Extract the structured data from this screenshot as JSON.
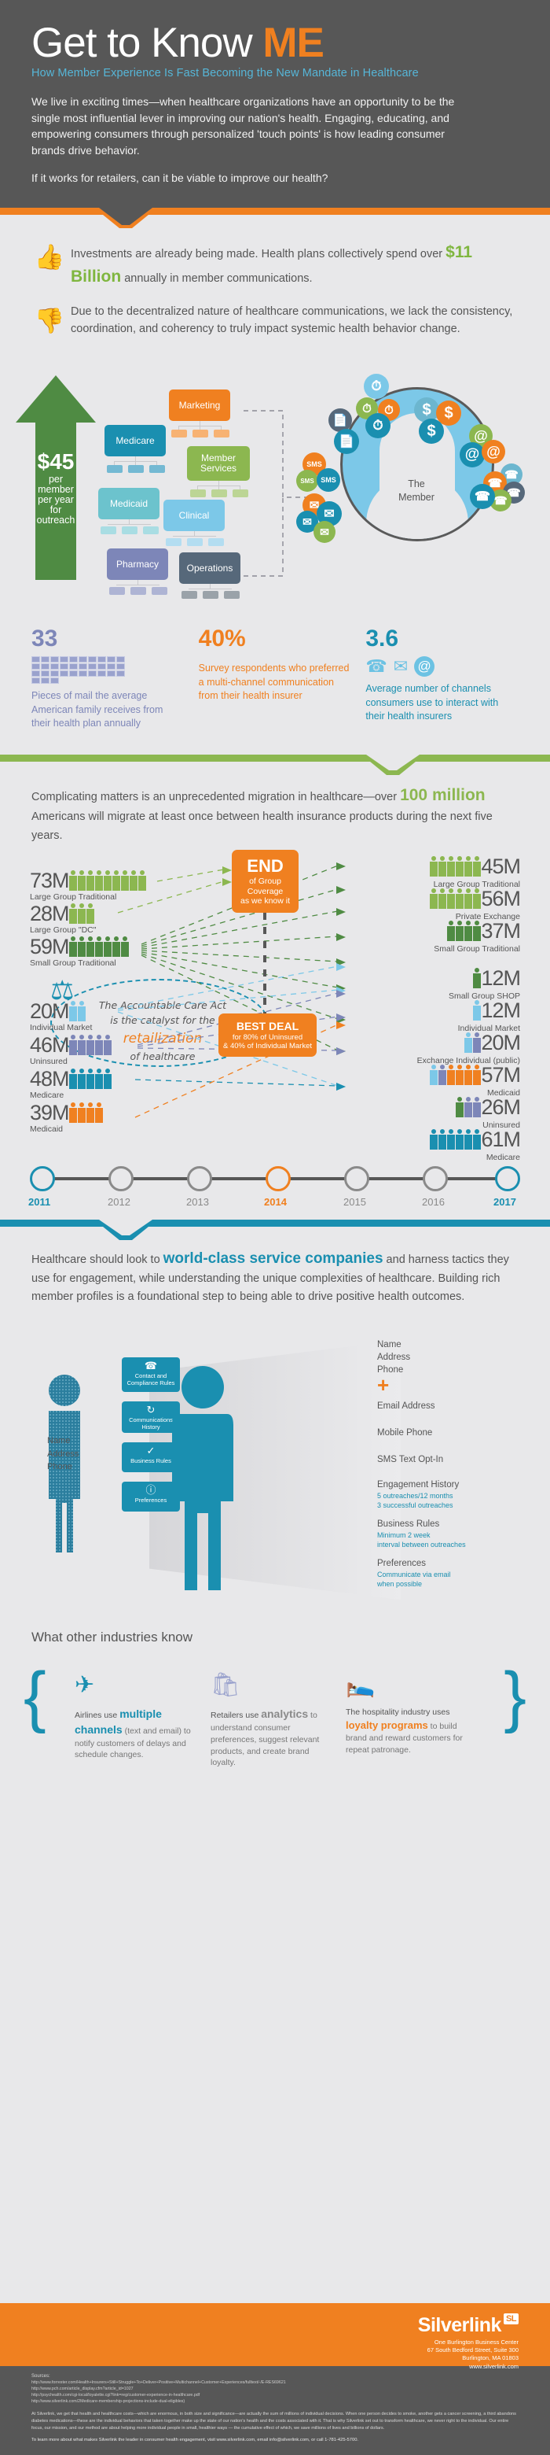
{
  "header": {
    "title_main": "Get to Know ",
    "title_accent": "ME",
    "subtitle": "How Member Experience Is Fast Becoming the New Mandate in Healthcare",
    "body": "We live in exciting times—when healthcare organizations have an opportunity to be the single most influential lever in improving our nation's health. Engaging, educating, and empowering consumers through personalized 'touch points' is how leading consumer brands drive behavior.",
    "question": "If it works for retailers, can it be viable to improve our health?"
  },
  "thumbs": {
    "up_icon": "thumbs-up-icon",
    "up_pre": "Investments are already being made. Health plans collectively spend over ",
    "up_highlight": "$11 Billion",
    "up_post": " annually in member communications.",
    "down_icon": "thumbs-down-icon",
    "down_text": "Due to the decentralized nature of healthcare communications, we lack the consistency, coordination, and coherency to truly impact systemic health behavior change."
  },
  "spend_arrow": {
    "amount": "$45",
    "label_lines": [
      "per",
      "member",
      "per year",
      "for",
      "outreach"
    ],
    "color": "#4f8b43"
  },
  "org_boxes": [
    {
      "label": "Marketing",
      "color": "#f08020",
      "sub_color": "#f7b273"
    },
    {
      "label": "Medicare",
      "color": "#1a8fb0",
      "sub_color": "#74b9d3"
    },
    {
      "label": "Member Services",
      "color": "#8cb750",
      "sub_color": "#bcd595"
    },
    {
      "label": "Medicaid",
      "color": "#6cc3cd",
      "sub_color": "#a9dde3"
    },
    {
      "label": "Clinical",
      "color": "#7cc8e8",
      "sub_color": "#b3ddf1"
    },
    {
      "label": "Pharmacy",
      "color": "#7d86b8",
      "sub_color": "#aeb4d4"
    },
    {
      "label": "Operations",
      "color": "#56687a",
      "sub_color": "#9aa2a9"
    }
  ],
  "member_circle": {
    "label_line1": "The",
    "label_line2": "Member",
    "channel_icons": [
      "clock-icon",
      "dollar-icon",
      "at-sign-icon",
      "phone-icon",
      "envelope-icon",
      "sms-icon",
      "document-icon"
    ]
  },
  "stats": [
    {
      "number": "33",
      "desc": "Pieces of mail the average American family receives from their health plan annually",
      "color": "#7d86b8",
      "icon": "mail-grid-icon",
      "icon_count": 33
    },
    {
      "number": "40%",
      "desc": "Survey respondents who preferred a multi-channel communication from their health insurer",
      "color": "#f08020",
      "icon": "people-icon",
      "icon_count": 10,
      "icon_filled": 4
    },
    {
      "number": "3.6",
      "desc": "Average  number of channels consumers use to interact with their health insurers",
      "color": "#1a8fb0",
      "icons": [
        "phone-icon",
        "envelope-icon",
        "at-sign-icon"
      ]
    }
  ],
  "migration": {
    "intro_pre": "Complicating matters is an unprecedented migration in healthcare—over ",
    "intro_highlight": "100 million",
    "intro_post": " Americans will migrate at least once between health insurance products during the next five years.",
    "aca_bubble": {
      "icon": "scales-of-justice-icon",
      "line1": "The Accountable Care Act",
      "line2": "is the catalyst for the",
      "line3": "retailization",
      "line4": "of healthcare"
    },
    "end_box": {
      "title": "END",
      "sub1": "of Group",
      "sub2": "Coverage",
      "sub3": "as we know it"
    },
    "deal_box": {
      "title": "BEST DEAL",
      "sub1": "for 80% of Uninsured",
      "sub2": "& 40% of Individual Market"
    },
    "left_year": "2011",
    "right_year": "2017",
    "left_segments": [
      {
        "value": "73M",
        "label": "Large Group Traditional",
        "icons": 9,
        "color": "#8cb750"
      },
      {
        "value": "28M",
        "label": "Large Group \"DC\"",
        "icons": 3,
        "color": "#8cb750"
      },
      {
        "value": "59M",
        "label": "Small Group Traditional",
        "icons": 7,
        "color": "#4f8b43"
      },
      {
        "value": "20M",
        "label": "Individual Market",
        "icons": 2,
        "color": "#7cc8e8"
      },
      {
        "value": "46M",
        "label": "Uninsured",
        "icons": 5,
        "color": "#7d86b8"
      },
      {
        "value": "48M",
        "label": "Medicare",
        "icons": 5,
        "color": "#1a8fb0"
      },
      {
        "value": "39M",
        "label": "Medicaid",
        "icons": 4,
        "color": "#f08020"
      }
    ],
    "right_segments": [
      {
        "value": "45M",
        "label": "Large Group Traditional",
        "icons": 6,
        "color": "#8cb750"
      },
      {
        "value": "56M",
        "label": "Private Exchange",
        "icons": 6,
        "color": "#8cb750"
      },
      {
        "value": "37M",
        "label": "Small Group Traditional",
        "icons": 4,
        "color": "#4f8b43"
      },
      {
        "value": "12M",
        "label": "Small Group SHOP",
        "icons": 1,
        "color": "#4f8b43"
      },
      {
        "value": "12M",
        "label": "Individual Market",
        "icons": 1,
        "color": "#7cc8e8"
      },
      {
        "value": "20M",
        "label": "Exchange Individual (public)",
        "icons": 2,
        "color": "#7cc8e8"
      },
      {
        "value": "57M",
        "label": "Medicaid",
        "icons": 6,
        "color": "#f08020"
      },
      {
        "value": "26M",
        "label": "Uninsured",
        "icons": 3,
        "color": "#7d86b8"
      },
      {
        "value": "61M",
        "label": "Medicare",
        "icons": 6,
        "color": "#1a8fb0"
      }
    ],
    "timeline_years": [
      "2011",
      "2012",
      "2013",
      "2014",
      "2015",
      "2016",
      "2017"
    ]
  },
  "world_class": {
    "pre": "Healthcare should look to ",
    "highlight": "world-class service companies",
    "post": " and harness tactics they use for engagement, while understanding the unique complexities of healthcare. Building rich member profiles is a foundational step to being able to drive positive health outcomes."
  },
  "profile": {
    "left_fields": [
      "Name",
      "Address",
      "Phone"
    ],
    "pills": [
      {
        "label": "Contact and Compliance Rules",
        "icon": "phone-icon"
      },
      {
        "label": "Communications History",
        "icon": "history-icon"
      },
      {
        "label": "Business Rules",
        "icon": "check-icon"
      },
      {
        "label": "Preferences",
        "icon": "info-icon"
      }
    ],
    "right_fields": [
      {
        "label": "Name"
      },
      {
        "label": "Address"
      },
      {
        "label": "Phone"
      },
      {
        "label": "Email Address"
      },
      {
        "label": "Mobile Phone"
      },
      {
        "label": "SMS Text Opt-In"
      },
      {
        "label": "Engagement History",
        "sub": "5 outreaches/12 months\n3 successful outreaches"
      },
      {
        "label": "Business Rules",
        "sub": "Minimum 2 week\ninterval between outreaches"
      },
      {
        "label": "Preferences",
        "sub": "Communicate via email\nwhen possible"
      }
    ],
    "plus": "+"
  },
  "other_industries": {
    "title": "What other industries know",
    "columns": [
      {
        "icon": "airplane-icon",
        "lead": "Airlines use ",
        "highlight": "multiple channels",
        "rest": " (text and email) to notify customers of delays and schedule changes.",
        "color": "#1a8fb0"
      },
      {
        "icon": "shopping-bag-icon",
        "lead": "Retailers use ",
        "highlight": "analytics",
        "rest": " to understand consumer preferences, suggest relevant products, and create brand loyalty.",
        "color": "#8a8a8a"
      },
      {
        "icon": "bed-icon",
        "lead": "The hospitality industry uses ",
        "highlight": "loyalty programs",
        "rest": " to build brand and reward customers for repeat patronage.",
        "color": "#f08020"
      }
    ]
  },
  "footer": {
    "logo": "Silverlink",
    "logo_mark": "SL",
    "address": "One Burlington Business Center\n67 South Bedford Street, Suite 300\nBurlington, MA 01803\nwww.silverlink.com",
    "sources_heading": "Sources:",
    "sources": [
      "http://www.forrester.com/Health+Insurers+Still+Struggle+To+Deliver+Positive+Multichannel+Customer+Experiences/fulltext/-/E-RES69621",
      "http://www.pch.com/article_display.cfm?article_id=1027",
      "http://psychealth.com/cgi-local/loyalette.cgi?link=reg/customer-experience-in-healthcare.pdf",
      "http://www.silverlink.com/2Medicare-membership-projections-include-dual-eligibles)"
    ],
    "paragraph": "At Silverlink, we get that health and healthcare costs—which are enormous, in both size and significance—are actually the sum of millions of individual decisions. When one person decides to smoke, another gets a cancer screening, a third abandons diabetes medications—these are the individual behaviors that taken together make up the state of our nation's health and the costs associated with it. That is why Silverlink set out to transform healthcare, we never right to the individual. Our entire focus, our mission, and our method are about helping more individual people in small, healthier ways — the cumulative effect of which, we save millions of lives and billions of dollars.",
    "paragraph2": "To learn more about what makes Silverlink the leader in consumer health engagement, visit www.silverlink.com, email info@silverlink.com, or call 1-781-425-5700."
  }
}
